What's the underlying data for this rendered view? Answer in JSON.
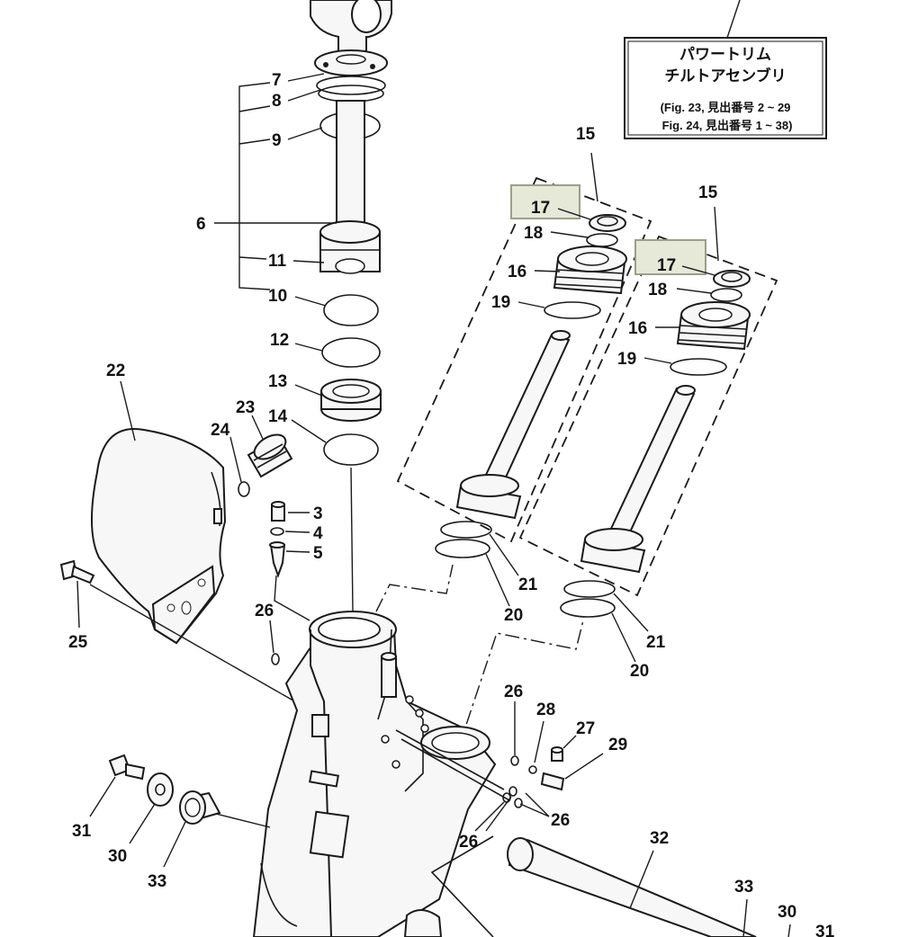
{
  "callout_box": {
    "line1": "パワートリム",
    "line2": "チルトアセンブリ",
    "ref1": "(Fig. 23, 見出番号 2 ~ 29",
    "ref2": "Fig. 24, 見出番号 1 ~ 38)"
  },
  "highlight_color": "#e6e8d8",
  "labels": {
    "n3": "3",
    "n4": "4",
    "n5": "5",
    "n6": "6",
    "n7": "7",
    "n8": "8",
    "n9": "9",
    "n10": "10",
    "n11": "11",
    "n12": "12",
    "n13": "13",
    "n14": "14",
    "n15a": "15",
    "n15b": "15",
    "n16a": "16",
    "n16b": "16",
    "n17a": "17",
    "n17b": "17",
    "n18a": "18",
    "n18b": "18",
    "n19a": "19",
    "n19b": "19",
    "n20a": "20",
    "n20b": "20",
    "n21a": "21",
    "n21b": "21",
    "n22": "22",
    "n23": "23",
    "n24": "24",
    "n25": "25",
    "n26a": "26",
    "n26b": "26",
    "n26c": "26",
    "n26d": "26",
    "n27": "27",
    "n28": "28",
    "n29": "29",
    "n30a": "30",
    "n30b": "30",
    "n31a": "31",
    "n31b": "31",
    "n32": "32",
    "n33a": "33",
    "n33b": "33"
  }
}
